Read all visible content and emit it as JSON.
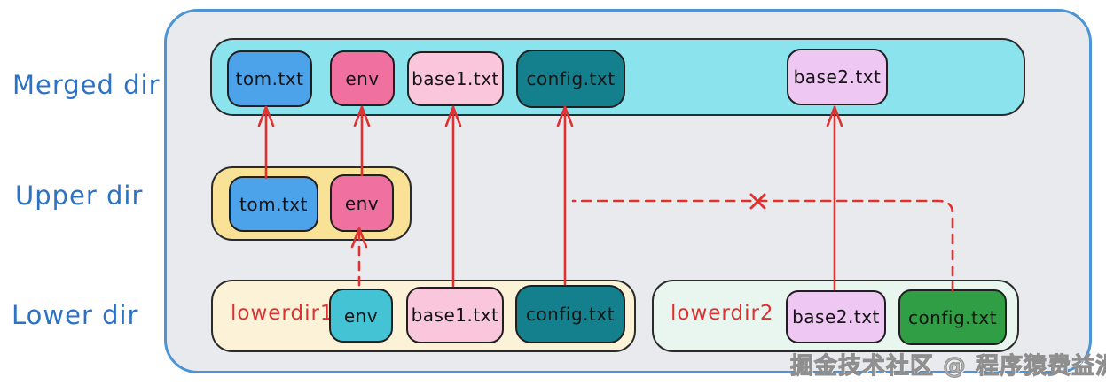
{
  "row_labels": {
    "merged": "Merged dir",
    "upper": "Upper dir",
    "lower": "Lower dir"
  },
  "merged_dir": {
    "files": [
      {
        "name": "tom.txt",
        "fill": "#4da3ea"
      },
      {
        "name": "env",
        "fill": "#f0719f"
      },
      {
        "name": "base1.txt",
        "fill": "#f9c6db"
      },
      {
        "name": "config.txt",
        "fill": "#15808d"
      },
      {
        "name": "base2.txt",
        "fill": "#eec7f2"
      }
    ]
  },
  "upper_dir": {
    "files": [
      {
        "name": "tom.txt",
        "fill": "#4da3ea"
      },
      {
        "name": "env",
        "fill": "#f0719f"
      }
    ]
  },
  "lower_dirs": [
    {
      "name": "lowerdir1",
      "files": [
        {
          "name": "env",
          "fill": "#44c3d4"
        },
        {
          "name": "base1.txt",
          "fill": "#f9c6db"
        },
        {
          "name": "config.txt",
          "fill": "#15808d"
        }
      ]
    },
    {
      "name": "lowerdir2",
      "files": [
        {
          "name": "base2.txt",
          "fill": "#eec7f2"
        },
        {
          "name": "config.txt",
          "fill": "#2f9e44"
        }
      ]
    }
  ],
  "arrows": [
    {
      "from": "upper_dir/tom.txt",
      "to": "merged_dir/tom.txt",
      "style": "solid"
    },
    {
      "from": "upper_dir/env",
      "to": "merged_dir/env",
      "style": "solid"
    },
    {
      "from": "lowerdir1/base1.txt",
      "to": "merged_dir/base1.txt",
      "style": "solid"
    },
    {
      "from": "lowerdir1/config.txt",
      "to": "merged_dir/config.txt",
      "style": "solid"
    },
    {
      "from": "lowerdir2/base2.txt",
      "to": "merged_dir/base2.txt",
      "style": "solid"
    },
    {
      "from": "lowerdir1/env",
      "to": "upper_dir/env",
      "style": "dashed"
    },
    {
      "from": "lowerdir2/config.txt",
      "to": "lowerdir1/config.txt",
      "style": "dashed",
      "marker": "x",
      "meaning": "blocked, not merged"
    }
  ],
  "watermark": "掘金技术社区 @ 程序猿费益洲",
  "colors": {
    "canvas_border": "#4d94d4",
    "canvas_fill": "#e9eaed",
    "merged_bar_fill": "#8be3ee",
    "upper_box_fill": "#f9e296",
    "lowerdir1_fill": "#fbf2d7",
    "lowerdir2_fill": "#e9f6ef",
    "box_border": "#1f1f1f",
    "arrow_red": "#e03131",
    "label_blue": "#2d72c4",
    "watermark_gray": "#9e9e9e"
  }
}
